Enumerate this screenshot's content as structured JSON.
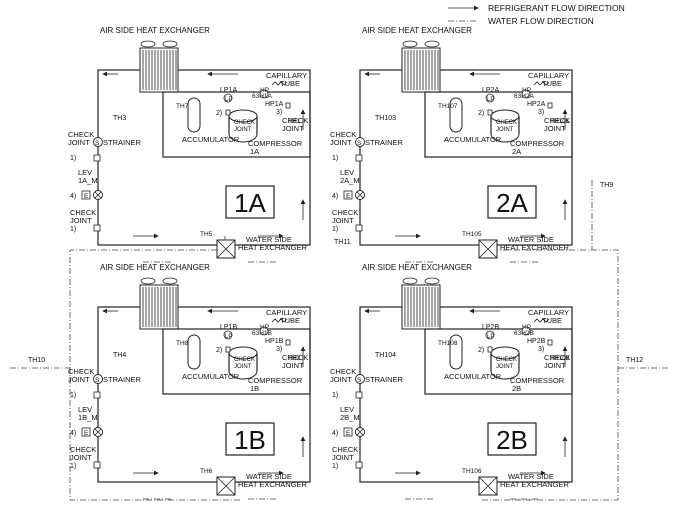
{
  "legend": {
    "refrigerant": "REFRIGERANT FLOW DIRECTION",
    "water": "WATER FLOW DIRECTION"
  },
  "sensors": {
    "left": "TH10",
    "right": "TH12",
    "mid": "TH11",
    "side": "TH9"
  },
  "common": {
    "air_hx": "AIR SIDE HEAT EXCHANGER",
    "capillary": "CAPILLARY",
    "tube": "TUBE",
    "check": "CHECK",
    "joint": "JOINT",
    "strainer": "STRAINER",
    "accumulator": "ACCUMULATOR",
    "compressor": "COMPRESSOR",
    "water_side": "WATER SIDE",
    "heat_exchanger": "HEAT EXCHANGER",
    "lev": "LEV",
    "n1": "1)",
    "n2": "2)",
    "n3": "3)",
    "n4": "4)",
    "e": "E",
    "s": "S",
    "hp": "HP",
    "lp": "LP"
  },
  "units": [
    {
      "id": "1A",
      "th_a": "TH3",
      "th_acc": "TH7",
      "th_c": "TH1",
      "th_w": "TH5",
      "lp": "LP1A",
      "s63": "63H1A",
      "hp": "HP1A",
      "lev": "1A_M",
      "comp": "1A"
    },
    {
      "id": "2A",
      "th_a": "TH103",
      "th_acc": "TH107",
      "th_c": "TH101",
      "th_w": "TH105",
      "lp": "LP2A",
      "s63": "63H2A",
      "hp": "HP2A",
      "lev": "2A_M",
      "comp": "2A"
    },
    {
      "id": "1B",
      "th_a": "TH4",
      "th_acc": "TH8",
      "th_c": "TH2",
      "th_w": "TH6",
      "lp": "LP1B",
      "s63": "63H1B",
      "hp": "HP1B",
      "lev": "1B_M",
      "comp": "1B"
    },
    {
      "id": "2B",
      "th_a": "TH104",
      "th_acc": "TH108",
      "th_c": "TH102",
      "th_w": "TH106",
      "lp": "LP2B",
      "s63": "63H2B",
      "hp": "HP2B",
      "lev": "2B_M",
      "comp": "2B"
    }
  ]
}
